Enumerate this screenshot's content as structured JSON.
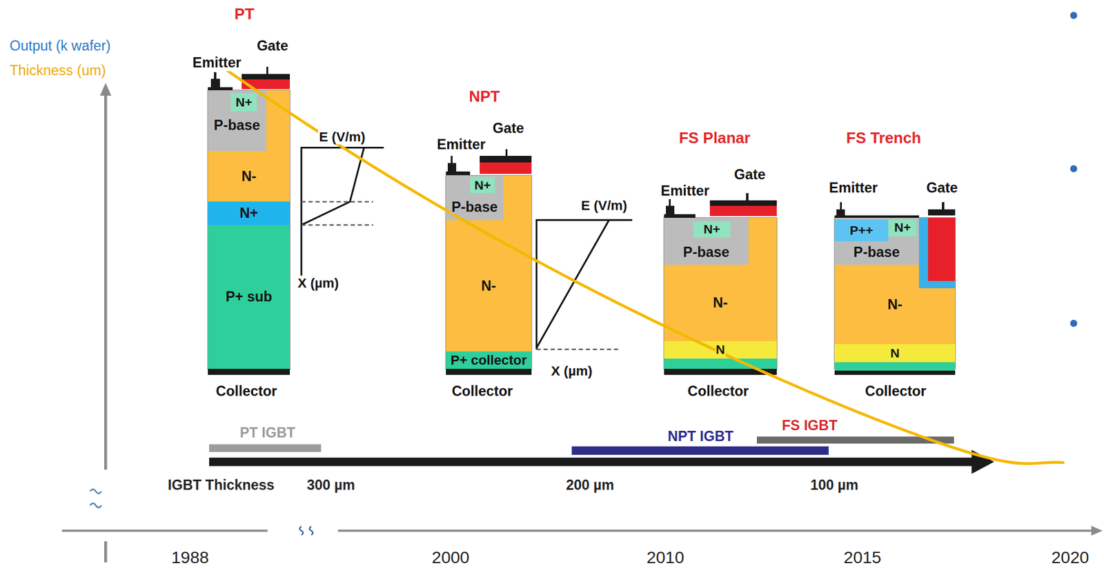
{
  "diagram": {
    "nodes": [
      {
        "text": [
          "PT"
        ]
      },
      {
        "text": [
          "P-base"
        ],
        "in": 0
      },
      {
        "text": [
          "N+"
        ],
        "in": 1
      },
      {
        "text": [
          "N-"
        ],
        "in": 0
      },
      {
        "text": [
          "N+"
        ],
        "in": 0
      },
      {
        "text": [
          "P+ sub"
        ],
        "in": 0
      },
      {
        "text": [
          "NPT"
        ]
      },
      {
        "text": [
          "P-base"
        ],
        "in": 6
      },
      {
        "text": [
          "N+"
        ],
        "in": 7
      },
      {
        "text": [
          "N-"
        ],
        "in": 6
      },
      {
        "text": [
          "P+ collector"
        ],
        "in": 6
      },
      {
        "text": [
          "FS Planar"
        ]
      },
      {
        "text": [
          "P-base"
        ],
        "in": 11
      },
      {
        "text": [
          "N+"
        ],
        "in": 12
      },
      {
        "text": [
          "N-"
        ],
        "in": 11
      },
      {
        "text": [
          "N"
        ],
        "in": 11
      },
      {
        "text": [
          "FS Trench"
        ]
      },
      {
        "text": [
          "P-base"
        ],
        "in": 16
      },
      {
        "text": [
          "P++"
        ],
        "in": 17
      },
      {
        "text": [
          "N+"
        ],
        "in": 17
      },
      {
        "text": [
          "N-"
        ],
        "in": 16
      },
      {
        "text": [
          "N"
        ],
        "in": 16
      }
    ],
    "labels": [
      "Output (k wafer)",
      "Thickness (um)",
      "Emitter",
      "Gate",
      "Collector",
      "E (V/m)",
      "X (µm)",
      "Emitter",
      "Gate",
      "Collector",
      "E (V/m)",
      "X (µm)",
      "Emitter",
      "Gate",
      "Collector",
      "Emitter",
      "Gate",
      "Collector",
      "PT IGBT",
      "NPT IGBT",
      "FS IGBT",
      "IGBT Thickness",
      "300 µm",
      "200 µm",
      "100 µm",
      "1988",
      "2000",
      "2010",
      "2015",
      "2020"
    ]
  }
}
